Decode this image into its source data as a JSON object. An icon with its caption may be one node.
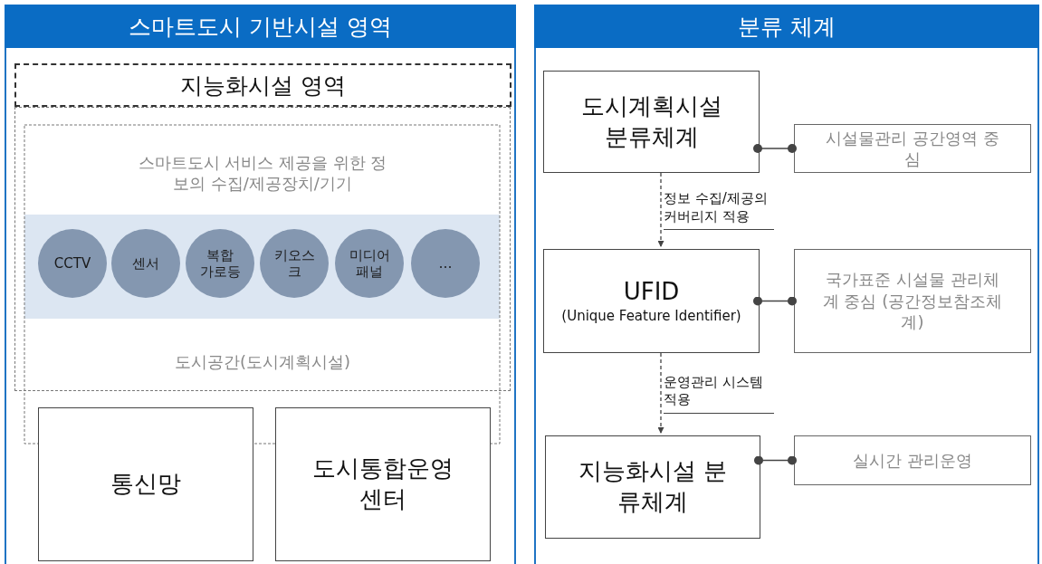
{
  "diagram": {
    "nodes": [
      {
        "text": [
          "스마트도시 기반시설 영역"
        ]
      },
      {
        "text": [
          "지능화시설 영역"
        ],
        "in": 0
      },
      {
        "text": [
          "스마트도시 서비스 제공을 위한 정보의 수집/제공장치/기기",
          "도시공간(도시계획시설)"
        ],
        "in": 0
      },
      {
        "text": [
          "CCTV"
        ],
        "in": 2
      },
      {
        "text": [
          "센서"
        ],
        "in": 2
      },
      {
        "text": [
          "복합 가로등"
        ],
        "in": 2
      },
      {
        "text": [
          "키오스크"
        ],
        "in": 2
      },
      {
        "text": [
          "미디어 패널"
        ],
        "in": 2
      },
      {
        "text": [
          "…"
        ],
        "in": 2
      },
      {
        "text": [
          "통신망"
        ],
        "in": 0
      },
      {
        "text": [
          "도시통합운영센터"
        ],
        "in": 0
      },
      {
        "text": [
          "분류 체계"
        ]
      },
      {
        "text": [
          "도시계획시설 분류체계"
        ],
        "in": 11
      },
      {
        "text": [
          "시설물관리 공간영역 중심"
        ],
        "in": 11
      },
      {
        "text": [
          "UFID",
          "(Unique Feature Identifier)"
        ],
        "in": 11
      },
      {
        "text": [
          "국가표준 시설물 관리체계 중심 (공간정보참조체계)"
        ],
        "in": 11
      },
      {
        "text": [
          "지능화시설 분류체계"
        ],
        "in": 11
      },
      {
        "text": [
          "실시간 관리운영"
        ],
        "in": 11
      }
    ],
    "edges": [
      {
        "from": 12,
        "to": 14,
        "arrow": "to",
        "style": "dashed",
        "label": "정보 수집/제공의 커버리지 적용"
      },
      {
        "from": 14,
        "to": 16,
        "arrow": "to",
        "style": "dashed",
        "label": "운영관리 시스템 적용"
      },
      {
        "from": 12,
        "to": 13,
        "arrow": "other"
      },
      {
        "from": 14,
        "to": 15,
        "arrow": "other"
      },
      {
        "from": 16,
        "to": 17,
        "arrow": "other"
      }
    ]
  }
}
